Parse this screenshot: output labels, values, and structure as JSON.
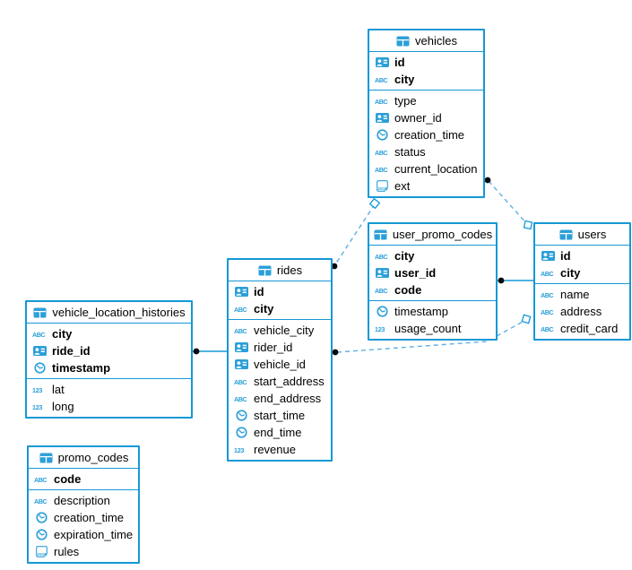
{
  "app": {
    "type": "database-er-diagram"
  },
  "colors": {
    "background": "#ffffff",
    "table_border": "#1598d6",
    "icon_blue": "#2b9fd9",
    "dashed_line": "#5db1e4",
    "solid_line": "#1598d6",
    "endpoint_dot": "#0a0a0a",
    "endpoint_square_fill": "#ffffff",
    "text": "#000000"
  },
  "icon_labels": {
    "text": "ABC",
    "number": "123",
    "json": "JSON"
  },
  "tables": [
    {
      "name": "vehicles",
      "key_columns": [
        {
          "name": "id",
          "type": "id"
        },
        {
          "name": "city",
          "type": "text"
        }
      ],
      "columns": [
        {
          "name": "type",
          "type": "text"
        },
        {
          "name": "owner_id",
          "type": "id"
        },
        {
          "name": "creation_time",
          "type": "clock"
        },
        {
          "name": "status",
          "type": "text"
        },
        {
          "name": "current_location",
          "type": "text"
        },
        {
          "name": "ext",
          "type": "json"
        }
      ]
    },
    {
      "name": "user_promo_codes",
      "key_columns": [
        {
          "name": "city",
          "type": "text"
        },
        {
          "name": "user_id",
          "type": "id"
        },
        {
          "name": "code",
          "type": "text"
        }
      ],
      "columns": [
        {
          "name": "timestamp",
          "type": "clock"
        },
        {
          "name": "usage_count",
          "type": "number"
        }
      ]
    },
    {
      "name": "users",
      "key_columns": [
        {
          "name": "id",
          "type": "id"
        },
        {
          "name": "city",
          "type": "text"
        }
      ],
      "columns": [
        {
          "name": "name",
          "type": "text"
        },
        {
          "name": "address",
          "type": "text"
        },
        {
          "name": "credit_card",
          "type": "text"
        }
      ]
    },
    {
      "name": "rides",
      "key_columns": [
        {
          "name": "id",
          "type": "id"
        },
        {
          "name": "city",
          "type": "text"
        }
      ],
      "columns": [
        {
          "name": "vehicle_city",
          "type": "text"
        },
        {
          "name": "rider_id",
          "type": "id"
        },
        {
          "name": "vehicle_id",
          "type": "id"
        },
        {
          "name": "start_address",
          "type": "text"
        },
        {
          "name": "end_address",
          "type": "text"
        },
        {
          "name": "start_time",
          "type": "clock"
        },
        {
          "name": "end_time",
          "type": "clock"
        },
        {
          "name": "revenue",
          "type": "number"
        }
      ]
    },
    {
      "name": "vehicle_location_histories",
      "key_columns": [
        {
          "name": "city",
          "type": "text"
        },
        {
          "name": "ride_id",
          "type": "id"
        },
        {
          "name": "timestamp",
          "type": "clock"
        }
      ],
      "columns": [
        {
          "name": "lat",
          "type": "number"
        },
        {
          "name": "long",
          "type": "number"
        }
      ]
    },
    {
      "name": "promo_codes",
      "key_columns": [
        {
          "name": "code",
          "type": "text"
        }
      ],
      "columns": [
        {
          "name": "description",
          "type": "text"
        },
        {
          "name": "creation_time",
          "type": "clock"
        },
        {
          "name": "expiration_time",
          "type": "clock"
        },
        {
          "name": "rules",
          "type": "json"
        }
      ]
    }
  ],
  "relationships": [
    {
      "from_table": "vehicle_location_histories",
      "to_table": "rides",
      "style": "solid",
      "endpoints": "dot-at-histories"
    },
    {
      "from_table": "user_promo_codes",
      "to_table": "users",
      "style": "solid",
      "endpoints": "dot-at-user_promo_codes"
    },
    {
      "from_table": "rides",
      "to_table": "vehicles",
      "style": "dashed",
      "endpoints": "dot-at-rides, square-at-vehicles"
    },
    {
      "from_table": "vehicles",
      "to_table": "users",
      "style": "dashed",
      "endpoints": "dot-at-vehicles, square-at-users"
    },
    {
      "from_table": "rides",
      "to_table": "users",
      "style": "dashed",
      "endpoints": "dot-at-rides, square-at-users"
    }
  ]
}
